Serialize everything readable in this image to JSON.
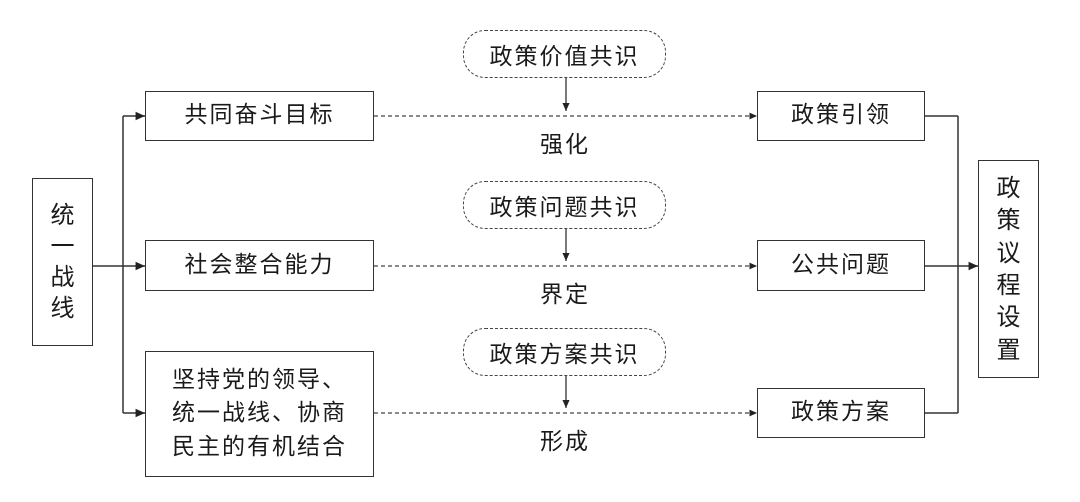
{
  "source": {
    "label": "统一战线"
  },
  "factors": [
    {
      "label": "共同奋斗目标"
    },
    {
      "label": "社会整合能力"
    },
    {
      "label": "坚持党的领导、\n统一战线、协商\n民主的有机结合"
    }
  ],
  "consensus": [
    {
      "label": "政策价值共识"
    },
    {
      "label": "政策问题共识"
    },
    {
      "label": "政策方案共识"
    }
  ],
  "actions": [
    {
      "label": "强化"
    },
    {
      "label": "界定"
    },
    {
      "label": "形成"
    }
  ],
  "outcomes": [
    {
      "label": "政策引领"
    },
    {
      "label": "公共问题"
    },
    {
      "label": "政策方案"
    }
  ],
  "target": {
    "label": "政策议程设置"
  }
}
